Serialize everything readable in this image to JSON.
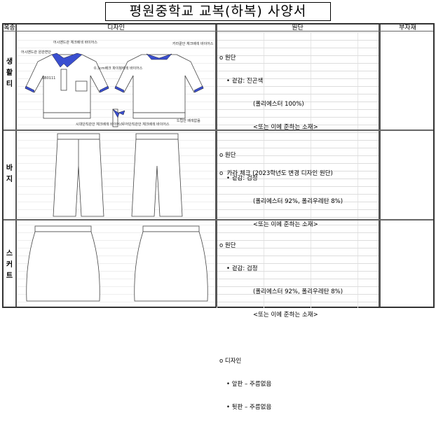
{
  "title": "평원중학교 교복(하복) 사양서",
  "headers": {
    "category": "복종",
    "design": "디자인",
    "fabric": "원단",
    "accessories": "부자재"
  },
  "rows": [
    {
      "category": "생활티",
      "design_labels": [
        "어시멘드관 원관면단",
        "어시멘드관 체크배색 바이어스",
        "0.3cm배크 파이핑배색 바이어스",
        "SB0111",
        "카라끝안 체크배색 바이어스",
        "시대단직관안 체크배색 바이어스",
        "우어단직관안 체크배색 바이어스",
        "드립안 배색없음"
      ],
      "spec": [
        "o 원단",
        "• 겉감: 진곤색",
        "(폴리에스터 100%)",
        "<또는 이에 준하는 소재>",
        "",
        "o  카라 체크 (2023학년도 변경 디자인 원단)"
      ]
    },
    {
      "category": "바지",
      "spec": [
        "o 원단",
        "• 겉감: 검정",
        "(폴리에스터 92%, 폴리우레탄 8%)",
        "<또는 이에 준하는 소재>"
      ]
    },
    {
      "category": "스커트",
      "spec": [
        "o 원단",
        "• 겉감: 검정",
        "(폴리에스터 92%, 폴리우레탄 8%)",
        "<또는 이에 준하는 소재>",
        "",
        "o 디자인",
        "• 앞판 – 주름없음",
        "• 뒷판 – 주름없음"
      ]
    }
  ],
  "colors": {
    "collar": "#3a4fd0"
  }
}
